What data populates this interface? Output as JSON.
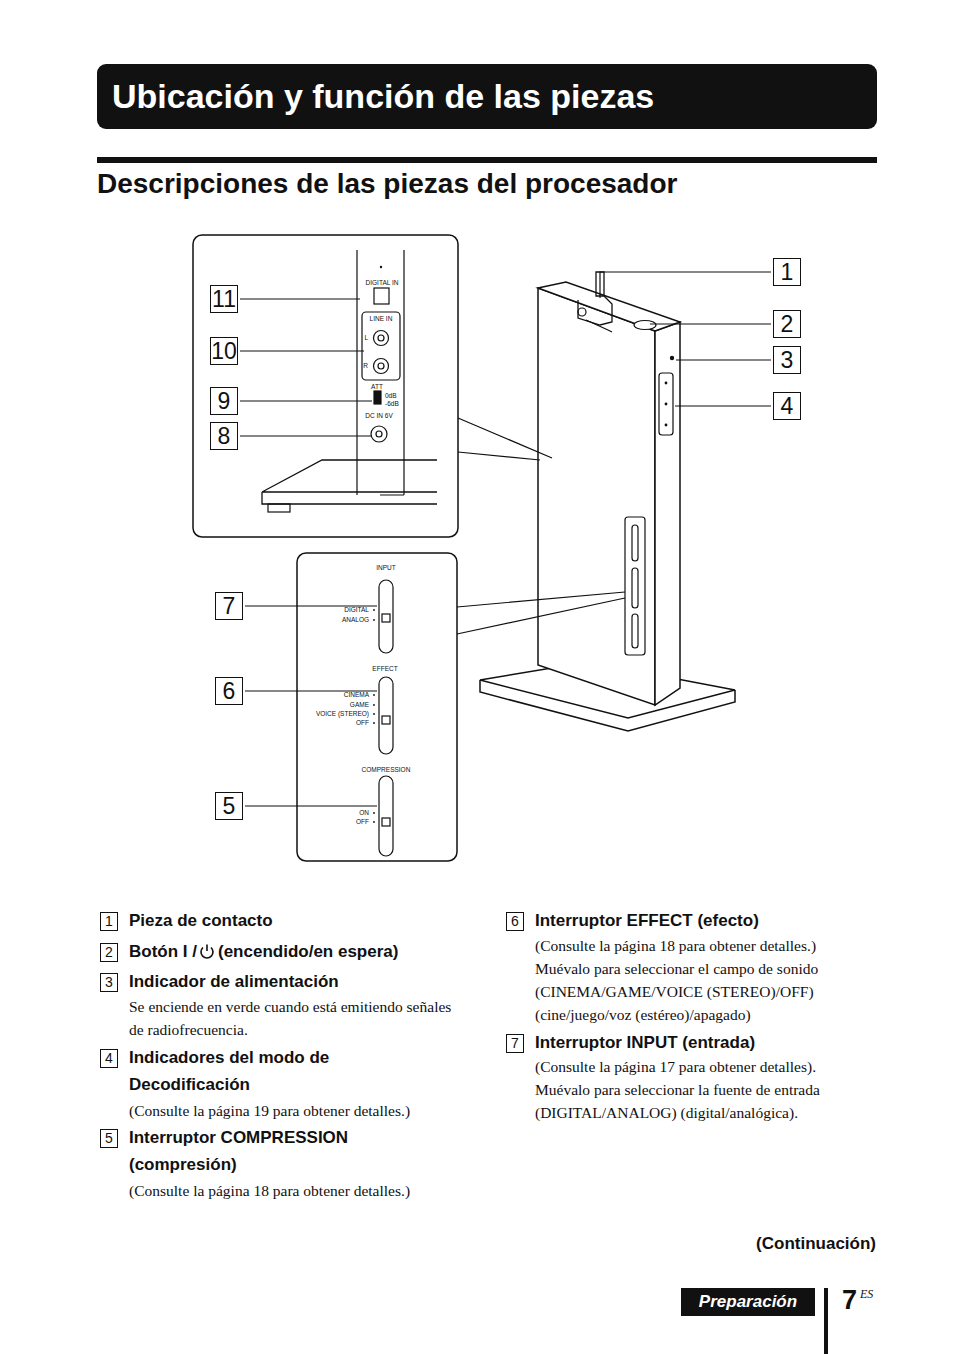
{
  "diagram": {
    "nodes": [
      {
        "text": [
          "Ubicación y función de las piezas"
        ]
      },
      {
        "text": [
          "DIGITAL IN",
          "LINE IN",
          "L",
          "R",
          "ATT",
          "0dB",
          "-6dB",
          "DC IN 6V"
        ]
      },
      {
        "text": [
          "INPUT",
          "DIGITAL",
          "ANALOG",
          "EFFECT",
          "CINEMA",
          "GAME",
          "VOICE (STEREO)",
          "OFF",
          "COMPRESSION",
          "ON",
          "OFF"
        ]
      },
      {
        "text": [
          "Preparación"
        ]
      }
    ],
    "labels": [
      "Descripciones de las piezas del procesador",
      "11",
      "10",
      "9",
      "8",
      "7",
      "6",
      "5",
      "1",
      "2",
      "3",
      "4",
      "1",
      "Pieza de contacto",
      "2",
      "Botón I /",
      "(encendido/en espera)",
      "3",
      "Indicador de alimentación",
      "Se enciende en verde cuando está emitiendo señales de radiofrecuencia.",
      "4",
      "Indicadores del modo de Decodificación",
      "(Consulte la página 19 para obtener detalles.)",
      "5",
      "Interruptor COMPRESSION (compresión)",
      "(Consulte la página 18 para obtener detalles.)",
      "6",
      "Interruptor EFFECT (efecto)",
      "(Consulte la página 18 para obtener detalles.) Muévalo para seleccionar el campo de sonido (CINEMA/GAME/VOICE (STEREO)/OFF) (cine/juego/voz (estéreo)/apagado)",
      "7",
      "Interruptor INPUT (entrada)",
      "(Consulte la página 17 para obtener detalles). Muévalo para seleccionar la fuente de entrada (DIGITAL/ANALOG) (digital/analógica).",
      "(Continuación)",
      "7",
      "ES"
    ]
  }
}
